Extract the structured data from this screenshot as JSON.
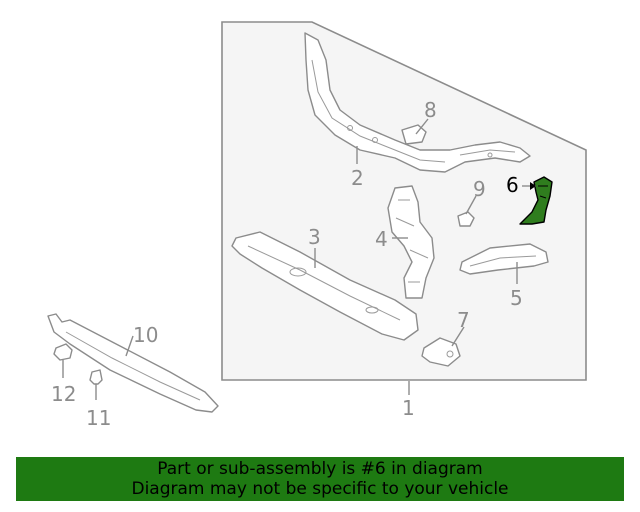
{
  "diagram": {
    "highlight_color": "#2f7d1e",
    "panel_color": "#f5f5f5",
    "callouts": {
      "c1": "1",
      "c2": "2",
      "c3": "3",
      "c4": "4",
      "c5": "5",
      "c6": "6",
      "c7": "7",
      "c8": "8",
      "c9": "9",
      "c10": "10",
      "c11": "11",
      "c12": "12"
    },
    "highlighted_part": "6"
  },
  "banner": {
    "line1": "Part or sub-assembly is #6 in diagram",
    "line2": "Diagram may not be specific to your vehicle",
    "color": "#1e7a12"
  }
}
